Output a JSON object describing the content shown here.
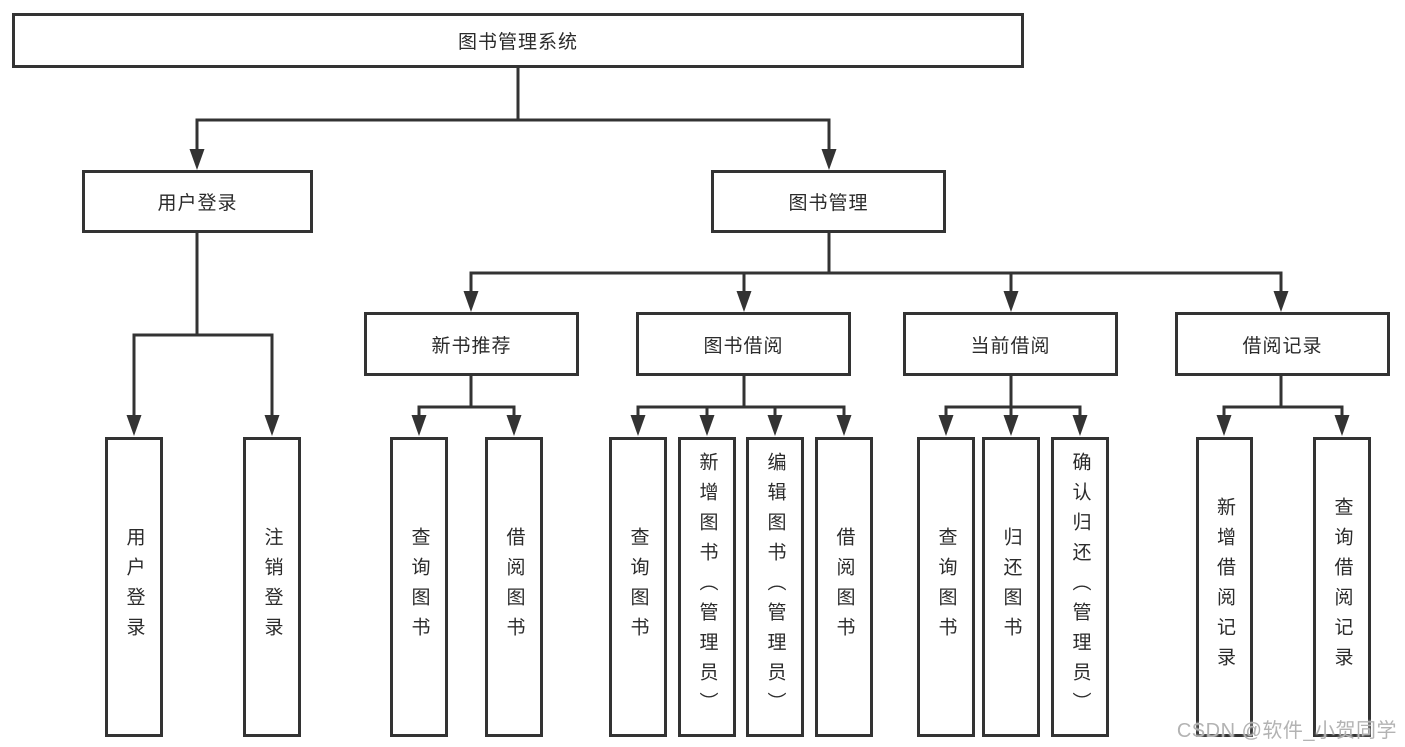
{
  "colors": {
    "line": "#333333",
    "box_border": "#333333",
    "text": "#2b2b2b",
    "background": "#ffffff",
    "watermark": "#b3b3b3"
  },
  "watermark": {
    "text": "CSDN @软件_小贺同学"
  },
  "tree": {
    "root": {
      "label": "图书管理系统",
      "children": [
        {
          "label": "用户登录",
          "children": [
            {
              "label": "用户登录"
            },
            {
              "label": "注销登录"
            }
          ]
        },
        {
          "label": "图书管理",
          "children": [
            {
              "label": "新书推荐",
              "children": [
                {
                  "label": "查询图书"
                },
                {
                  "label": "借阅图书"
                }
              ]
            },
            {
              "label": "图书借阅",
              "children": [
                {
                  "label": "查询图书"
                },
                {
                  "label": "新增图书（管理员）"
                },
                {
                  "label": "编辑图书（管理员）"
                },
                {
                  "label": "借阅图书"
                }
              ]
            },
            {
              "label": "当前借阅",
              "children": [
                {
                  "label": "查询图书"
                },
                {
                  "label": "归还图书"
                },
                {
                  "label": "确认归还（管理员）"
                }
              ]
            },
            {
              "label": "借阅记录",
              "children": [
                {
                  "label": "新增借阅记录"
                },
                {
                  "label": "查询借阅记录"
                }
              ]
            }
          ]
        }
      ]
    }
  }
}
